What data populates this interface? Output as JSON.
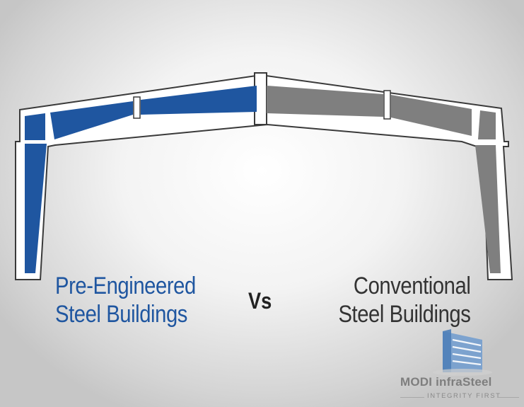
{
  "left_label": {
    "line1": "Pre-Engineered",
    "line2": "Steel Buildings"
  },
  "separator": "Vs",
  "right_label": {
    "line1": "Conventional",
    "line2": "Steel Buildings"
  },
  "logo": {
    "brand": "MODI infraSteel",
    "tagline": "INTEGRITY FIRST"
  },
  "colors": {
    "pre_engineered": "#1f56a0",
    "conventional": "#7f7f7f",
    "outline": "#3a3a3a",
    "logo_blue": "#6f9bcf"
  }
}
